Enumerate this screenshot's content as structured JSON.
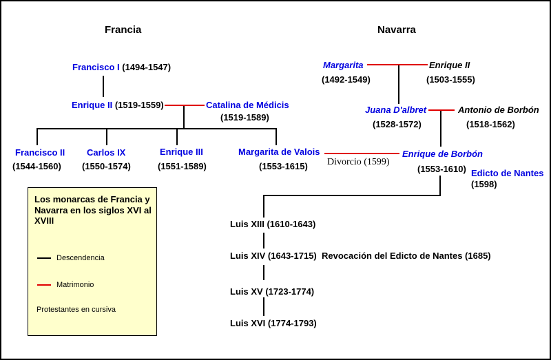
{
  "titles": {
    "francia": "Francia",
    "navarra": "Navarra"
  },
  "persons": {
    "francisco_i": {
      "name": "Francisco I",
      "dates": "(1494-1547)"
    },
    "enrique_ii_francia": {
      "name": "Enrique II",
      "dates": "(1519-1559)"
    },
    "catalina_de_medicis": {
      "name": "Catalina de Médicis",
      "dates": "(1519-1589)"
    },
    "francisco_ii": {
      "name": "Francisco II",
      "dates": "(1544-1560)"
    },
    "carlos_ix": {
      "name": "Carlos IX",
      "dates": "(1550-1574)"
    },
    "enrique_iii": {
      "name": "Enrique III",
      "dates": "(1551-1589)"
    },
    "margarita_de_valois": {
      "name": "Margarita de Valois",
      "dates": "(1553-1615)"
    },
    "margarita_navarra": {
      "name": "Margarita",
      "dates": "(1492-1549)"
    },
    "enrique_ii_navarra": {
      "name": "Enrique II",
      "dates": "(1503-1555)"
    },
    "juana_dalbret": {
      "name": "Juana D'albret",
      "dates": "(1528-1572)"
    },
    "antonio_de_borbon": {
      "name": "Antonio de Borbón",
      "dates": "(1518-1562)"
    },
    "enrique_de_borbon": {
      "name": "Enrique de Borbón",
      "dates": "(1553-1610)"
    },
    "luis_xiii": {
      "name": "Luis XIII",
      "dates": "(1610-1643)"
    },
    "luis_xiv": {
      "name": "Luis XIV",
      "dates": "(1643-1715)"
    },
    "luis_xv": {
      "name": "Luis XV",
      "dates": "(1723-1774)"
    },
    "luis_xvi": {
      "name": "Luis XVI",
      "dates": "(1774-1793)"
    }
  },
  "annotations": {
    "divorcio": "Divorcio (1599)",
    "edicto_de_nantes": "Edicto de Nantes",
    "edicto_de_nantes_date": "(1598)",
    "revocacion": "Revocación del Edicto de Nantes (1685)"
  },
  "legend": {
    "title": "Los monarcas de Francia y Navarra en los siglos XVI al XVIII",
    "descent_label": "Descendencia",
    "marriage_label": "Matrimonio",
    "note": "Protestantes en cursiva"
  },
  "colors": {
    "name_blue": "#0000E0",
    "marriage_red": "#E00000",
    "descent_black": "#000000",
    "legend_background": "#FFFFCC"
  }
}
